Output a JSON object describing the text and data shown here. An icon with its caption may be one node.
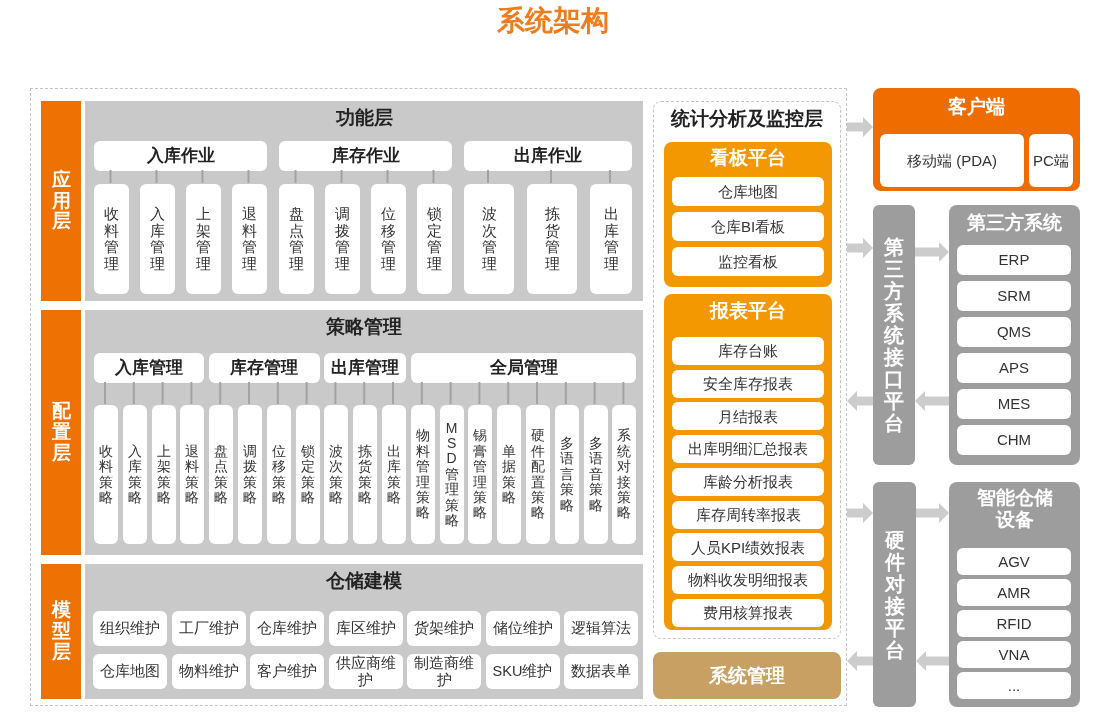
{
  "diagram": {
    "title": "系统架构",
    "nodes": [
      {
        "text": [],
        "shape": "box"
      },
      {
        "text": [
          "应用层"
        ],
        "in": 0
      },
      {
        "text": [
          "功能层"
        ],
        "in": 0
      },
      {
        "text": [
          "入库作业"
        ],
        "in": 2
      },
      {
        "text": [
          "收料管理"
        ],
        "in": 2
      },
      {
        "text": [
          "入库管理"
        ],
        "in": 2
      },
      {
        "text": [
          "上架管理"
        ],
        "in": 2
      },
      {
        "text": [
          "退料管理"
        ],
        "in": 2
      },
      {
        "text": [
          "库存作业"
        ],
        "in": 2
      },
      {
        "text": [
          "盘点管理"
        ],
        "in": 2
      },
      {
        "text": [
          "调拨管理"
        ],
        "in": 2
      },
      {
        "text": [
          "位移管理"
        ],
        "in": 2
      },
      {
        "text": [
          "锁定管理"
        ],
        "in": 2
      },
      {
        "text": [
          "出库作业"
        ],
        "in": 2
      },
      {
        "text": [
          "波次管理"
        ],
        "in": 2
      },
      {
        "text": [
          "拣货管理"
        ],
        "in": 2
      },
      {
        "text": [
          "出库管理"
        ],
        "in": 2
      },
      {
        "text": [
          "配置层"
        ],
        "in": 0
      },
      {
        "text": [
          "策略管理"
        ],
        "in": 0
      },
      {
        "text": [
          "入库管理"
        ],
        "in": 18
      },
      {
        "text": [
          "收料策略"
        ],
        "in": 18
      },
      {
        "text": [
          "入库策略"
        ],
        "in": 18
      },
      {
        "text": [
          "上架策略"
        ],
        "in": 18
      },
      {
        "text": [
          "退料策略"
        ],
        "in": 18
      },
      {
        "text": [
          "库存管理"
        ],
        "in": 18
      },
      {
        "text": [
          "盘点策略"
        ],
        "in": 18
      },
      {
        "text": [
          "调拨策略"
        ],
        "in": 18
      },
      {
        "text": [
          "位移策略"
        ],
        "in": 18
      },
      {
        "text": [
          "锁定策略"
        ],
        "in": 18
      },
      {
        "text": [
          "出库管理"
        ],
        "in": 18
      },
      {
        "text": [
          "波次策略"
        ],
        "in": 18
      },
      {
        "text": [
          "拣货策略"
        ],
        "in": 18
      },
      {
        "text": [
          "出库策略"
        ],
        "in": 18
      },
      {
        "text": [
          "全局管理"
        ],
        "in": 18
      },
      {
        "text": [
          "物料管理策略"
        ],
        "in": 18
      },
      {
        "text": [
          "MSD管理策略"
        ],
        "in": 18
      },
      {
        "text": [
          "锡膏管理策略"
        ],
        "in": 18
      },
      {
        "text": [
          "单据策略"
        ],
        "in": 18
      },
      {
        "text": [
          "硬件配置策略"
        ],
        "in": 18
      },
      {
        "text": [
          "多语言策略"
        ],
        "in": 18
      },
      {
        "text": [
          "多语音策略"
        ],
        "in": 18
      },
      {
        "text": [
          "系统对接策略"
        ],
        "in": 18
      },
      {
        "text": [
          "模型层"
        ],
        "in": 0
      },
      {
        "text": [
          "仓储建模"
        ],
        "in": 0
      },
      {
        "text": [
          "组织维护"
        ],
        "in": 43
      },
      {
        "text": [
          "工厂维护"
        ],
        "in": 43
      },
      {
        "text": [
          "仓库维护"
        ],
        "in": 43
      },
      {
        "text": [
          "库区维护"
        ],
        "in": 43
      },
      {
        "text": [
          "货架维护"
        ],
        "in": 43
      },
      {
        "text": [
          "储位维护"
        ],
        "in": 43
      },
      {
        "text": [
          "逻辑算法"
        ],
        "in": 43
      },
      {
        "text": [
          "仓库地图"
        ],
        "in": 43
      },
      {
        "text": [
          "物料维护"
        ],
        "in": 43
      },
      {
        "text": [
          "客户维护"
        ],
        "in": 43
      },
      {
        "text": [
          "供应商维护"
        ],
        "in": 43
      },
      {
        "text": [
          "制造商维护"
        ],
        "in": 43
      },
      {
        "text": [
          "SKU维护"
        ],
        "in": 43
      },
      {
        "text": [
          "数据表单"
        ],
        "in": 43
      },
      {
        "text": [
          "统计分析及监控层"
        ],
        "in": 0
      },
      {
        "text": [
          "看板平台"
        ],
        "in": 58
      },
      {
        "text": [
          "仓库地图"
        ],
        "in": 59
      },
      {
        "text": [
          "仓库BI看板"
        ],
        "in": 59
      },
      {
        "text": [
          "监控看板"
        ],
        "in": 59
      },
      {
        "text": [
          "报表平台"
        ],
        "in": 58
      },
      {
        "text": [
          "库存台账"
        ],
        "in": 63
      },
      {
        "text": [
          "安全库存报表"
        ],
        "in": 63
      },
      {
        "text": [
          "月结报表"
        ],
        "in": 63
      },
      {
        "text": [
          "出库明细汇总报表"
        ],
        "in": 63
      },
      {
        "text": [
          "库龄分析报表"
        ],
        "in": 63
      },
      {
        "text": [
          "库存周转率报表"
        ],
        "in": 63
      },
      {
        "text": [
          "人员KPI绩效报表"
        ],
        "in": 63
      },
      {
        "text": [
          "物料收发明细报表"
        ],
        "in": 63
      },
      {
        "text": [
          "费用核算报表"
        ],
        "in": 63
      },
      {
        "text": [
          "系统管理"
        ],
        "in": 0
      },
      {
        "text": [
          "客户端"
        ]
      },
      {
        "text": [
          "移动端 (PDA)"
        ],
        "in": 74
      },
      {
        "text": [
          "PC端"
        ],
        "in": 74
      },
      {
        "text": [
          "第三方系统接口平台"
        ]
      },
      {
        "text": [
          "第三方系统"
        ]
      },
      {
        "text": [
          "ERP"
        ],
        "in": 78
      },
      {
        "text": [
          "SRM"
        ],
        "in": 78
      },
      {
        "text": [
          "QMS"
        ],
        "in": 78
      },
      {
        "text": [
          "APS"
        ],
        "in": 78
      },
      {
        "text": [
          "MES"
        ],
        "in": 78
      },
      {
        "text": [
          "CHM"
        ],
        "in": 78
      },
      {
        "text": [
          "硬件对接平台"
        ]
      },
      {
        "text": [
          "智能仓储设备"
        ]
      },
      {
        "text": [
          "AGV"
        ],
        "in": 86
      },
      {
        "text": [
          "AMR"
        ],
        "in": 86
      },
      {
        "text": [
          "RFID"
        ],
        "in": 86
      },
      {
        "text": [
          "VNA"
        ],
        "in": 86
      },
      {
        "text": [
          "..."
        ],
        "in": 86
      }
    ],
    "edges": [
      {
        "from": 3,
        "to": 4,
        "arrow": "none"
      },
      {
        "from": 3,
        "to": 5,
        "arrow": "none"
      },
      {
        "from": 3,
        "to": 6,
        "arrow": "none"
      },
      {
        "from": 3,
        "to": 7,
        "arrow": "none"
      },
      {
        "from": 8,
        "to": 9,
        "arrow": "none"
      },
      {
        "from": 8,
        "to": 10,
        "arrow": "none"
      },
      {
        "from": 8,
        "to": 11,
        "arrow": "none"
      },
      {
        "from": 8,
        "to": 12,
        "arrow": "none"
      },
      {
        "from": 13,
        "to": 14,
        "arrow": "none"
      },
      {
        "from": 13,
        "to": 15,
        "arrow": "none"
      },
      {
        "from": 13,
        "to": 16,
        "arrow": "none"
      },
      {
        "from": 19,
        "to": 20,
        "arrow": "none"
      },
      {
        "from": 19,
        "to": 21,
        "arrow": "none"
      },
      {
        "from": 19,
        "to": 22,
        "arrow": "none"
      },
      {
        "from": 19,
        "to": 23,
        "arrow": "none"
      },
      {
        "from": 24,
        "to": 25,
        "arrow": "none"
      },
      {
        "from": 24,
        "to": 26,
        "arrow": "none"
      },
      {
        "from": 24,
        "to": 27,
        "arrow": "none"
      },
      {
        "from": 24,
        "to": 28,
        "arrow": "none"
      },
      {
        "from": 29,
        "to": 30,
        "arrow": "none"
      },
      {
        "from": 29,
        "to": 31,
        "arrow": "none"
      },
      {
        "from": 29,
        "to": 32,
        "arrow": "none"
      },
      {
        "from": 33,
        "to": 34,
        "arrow": "none"
      },
      {
        "from": 33,
        "to": 35,
        "arrow": "none"
      },
      {
        "from": 33,
        "to": 36,
        "arrow": "none"
      },
      {
        "from": 33,
        "to": 37,
        "arrow": "none"
      },
      {
        "from": 33,
        "to": 38,
        "arrow": "none"
      },
      {
        "from": 33,
        "to": 39,
        "arrow": "none"
      },
      {
        "from": 33,
        "to": 40,
        "arrow": "none"
      },
      {
        "from": 33,
        "to": 41,
        "arrow": "none"
      },
      {
        "from": 0,
        "to": 74,
        "arrow": "to",
        "style": "thick",
        "color": "#cccccc"
      },
      {
        "from": 0,
        "to": 77,
        "arrow": "to",
        "style": "thick",
        "color": "#cccccc"
      },
      {
        "from": 77,
        "to": 78,
        "arrow": "to",
        "style": "thick",
        "color": "#cccccc"
      },
      {
        "from": 78,
        "to": 77,
        "arrow": "to",
        "style": "thick",
        "color": "#cccccc"
      },
      {
        "from": 77,
        "to": 0,
        "arrow": "to",
        "style": "thick",
        "color": "#cccccc"
      },
      {
        "from": 0,
        "to": 85,
        "arrow": "to",
        "style": "thick",
        "color": "#cccccc"
      },
      {
        "from": 85,
        "to": 86,
        "arrow": "to",
        "style": "thick",
        "color": "#cccccc"
      },
      {
        "from": 86,
        "to": 85,
        "arrow": "to",
        "style": "thick",
        "color": "#cccccc"
      },
      {
        "from": 85,
        "to": 0,
        "arrow": "to",
        "style": "thick",
        "color": "#cccccc"
      }
    ]
  }
}
